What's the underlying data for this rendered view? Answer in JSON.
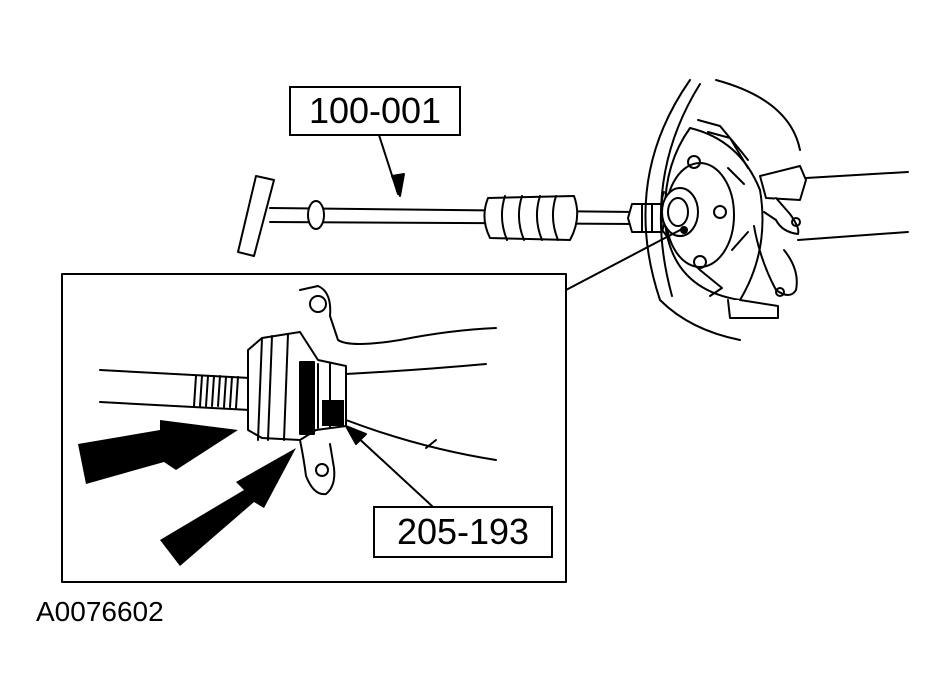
{
  "callouts": {
    "tool_top": "100-001",
    "tool_bottom": "205-193"
  },
  "figure_id": "A0076602",
  "colors": {
    "line": "#000000",
    "background": "#ffffff"
  }
}
